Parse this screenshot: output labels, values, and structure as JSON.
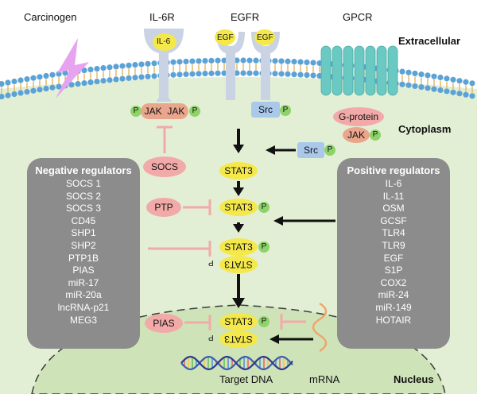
{
  "labels": {
    "carcinogen": "Carcinogen",
    "il6r": "IL-6R",
    "egfr": "EGFR",
    "gpcr": "GPCR",
    "extracellular": "Extracellular",
    "cytoplasm": "Cytoplasm",
    "nucleus": "Nucleus",
    "target_dna": "Target DNA",
    "mrna": "mRNA"
  },
  "molecules": {
    "il6": "IL-6",
    "egf": "EGF",
    "jak": "JAK",
    "src": "Src",
    "g_protein": "G-protein",
    "p": "P",
    "socs": "SOCS",
    "ptp": "PTP",
    "pias": "PIAS",
    "stat3": "STAT3"
  },
  "negative_regulators": {
    "title": "Negative regulators",
    "items": [
      "SOCS 1",
      "SOCS 2",
      "SOCS 3",
      "CD45",
      "SHP1",
      "SHP2",
      "PTP1B",
      "PIAS",
      "miR-17",
      "miR-20a",
      "lncRNA-p21",
      "MEG3"
    ]
  },
  "positive_regulators": {
    "title": "Positive regulators",
    "items": [
      "IL-6",
      "IL-11",
      "OSM",
      "GCSF",
      "TLR4",
      "TLR9",
      "EGF",
      "S1P",
      "COX2",
      "miR-24",
      "miR-149",
      "HOTAIR"
    ]
  },
  "colors": {
    "cytoplasm": "#e3efd5",
    "nucleus": "#cfe3b9",
    "membrane_head": "#5ba2d6",
    "membrane_tail": "#e4b35b",
    "receptor": "#c9d3e4",
    "gpcr": "#6bc9c3",
    "stat3": "#f4e84a",
    "phospho": "#8ed36a",
    "jak": "#eaa68d",
    "inhibitor": "#f2aaa9",
    "src": "#a9c8ea",
    "panel": "#8c8c8c",
    "lightning": "#e7a3ef"
  }
}
